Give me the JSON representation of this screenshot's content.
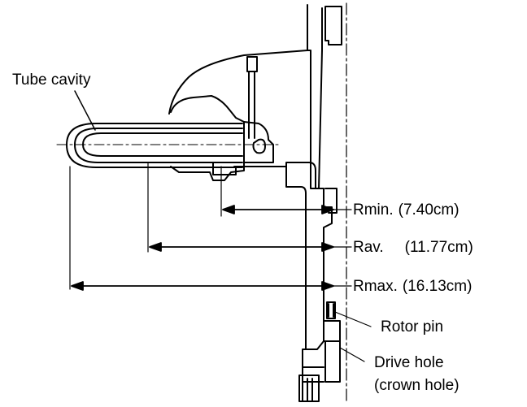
{
  "diagram": {
    "labels": {
      "tube_cavity": "Tube cavity",
      "rotor_pin": "Rotor pin",
      "drive_hole_1": "Drive hole",
      "drive_hole_2": "(crown hole)"
    },
    "radii": {
      "rmin": {
        "name": "Rmin.",
        "value": "(7.40cm)"
      },
      "rav": {
        "name": "Rav.",
        "value": "(11.77cm)"
      },
      "rmax": {
        "name": "Rmax.",
        "value": "(16.13cm)"
      }
    }
  }
}
